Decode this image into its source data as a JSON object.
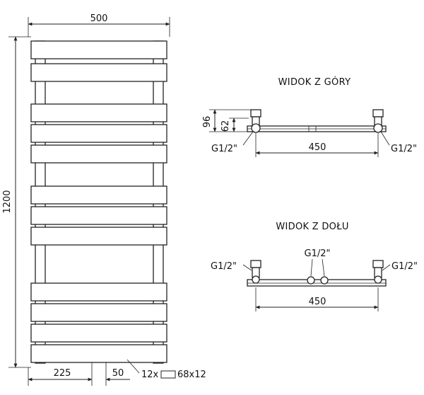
{
  "front_view": {
    "width_label": "500",
    "height_label": "1200",
    "spacing_left_label": "225",
    "spacing_right_label": "50",
    "tube_spec_count": "12x",
    "tube_spec_size": "68x12"
  },
  "top_view": {
    "title": "WIDOK Z GÓRY",
    "depth_outer_label": "96",
    "depth_inner_label": "62",
    "connection_left": "G1/2\"",
    "connection_right": "G1/2\"",
    "width_label": "450"
  },
  "bottom_view": {
    "title": "WIDOK Z DOŁU",
    "connection_left": "G1/2\"",
    "connection_center": "G1/2\"",
    "connection_right": "G1/2\"",
    "width_label": "450"
  }
}
